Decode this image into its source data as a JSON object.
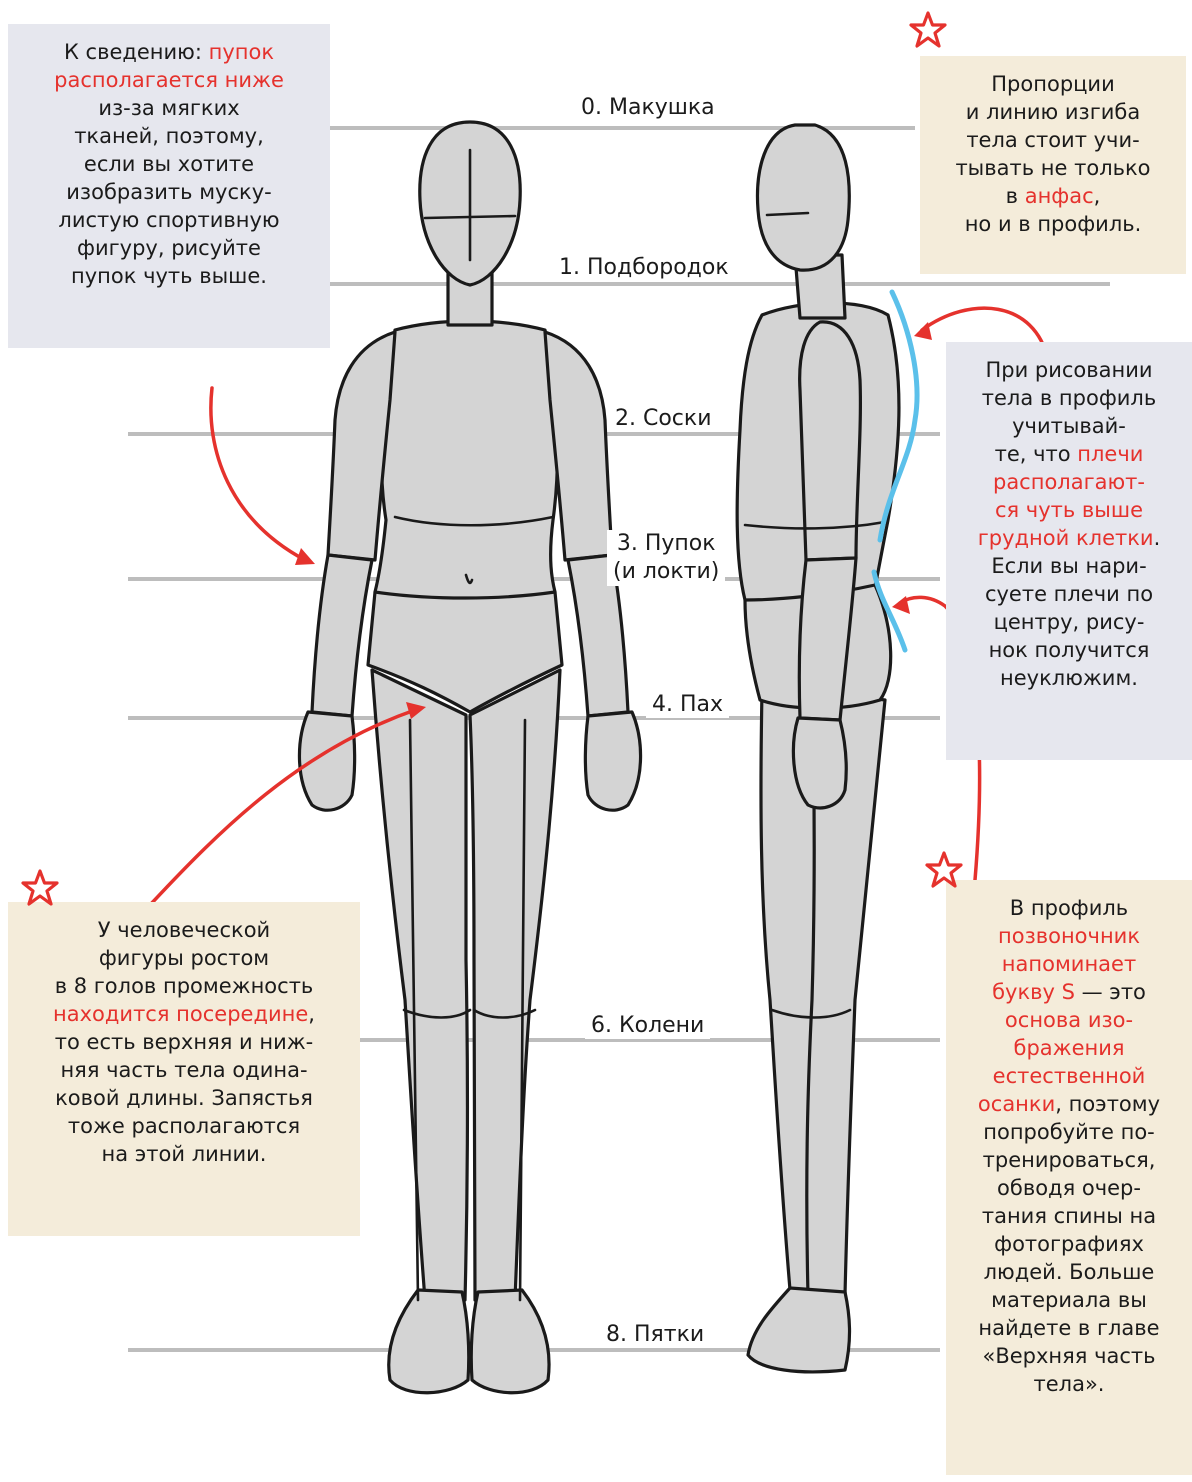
{
  "levels": [
    {
      "label": "0. Макушка"
    },
    {
      "label": "1. Подбородок"
    },
    {
      "label": "2. Соски"
    },
    {
      "label": "3. Пупок\n(и локти)"
    },
    {
      "label": "4. Пах"
    },
    {
      "label": "6. Колени"
    },
    {
      "label": "8. Пятки"
    }
  ],
  "notes": {
    "navel": {
      "lines": [
        [
          {
            "t": "К сведению: "
          },
          {
            "t": "пупок",
            "red": true
          }
        ],
        [
          {
            "t": "располагается ниже",
            "red": true
          }
        ],
        [
          {
            "t": "из-за мягких"
          }
        ],
        [
          {
            "t": "тканей, поэтому,"
          }
        ],
        [
          {
            "t": "если вы хотите"
          }
        ],
        [
          {
            "t": "изобразить муску-"
          }
        ],
        [
          {
            "t": "листую спортивную"
          }
        ],
        [
          {
            "t": "фигуру, рисуйте"
          }
        ],
        [
          {
            "t": "пупок чуть выше."
          }
        ]
      ]
    },
    "proportions": {
      "lines": [
        [
          {
            "t": "Пропорции"
          }
        ],
        [
          {
            "t": "и линию изгиба"
          }
        ],
        [
          {
            "t": "тела стоит учи-"
          }
        ],
        [
          {
            "t": "тывать не только"
          }
        ],
        [
          {
            "t": "в "
          },
          {
            "t": "анфас",
            "red": true
          },
          {
            "t": ","
          }
        ],
        [
          {
            "t": "но и в профиль."
          }
        ]
      ]
    },
    "shoulders": {
      "lines": [
        [
          {
            "t": "При рисовании"
          }
        ],
        [
          {
            "t": "тела в профиль"
          }
        ],
        [
          {
            "t": "учитывай-"
          }
        ],
        [
          {
            "t": "те, что "
          },
          {
            "t": "плечи",
            "red": true
          }
        ],
        [
          {
            "t": "располагают-",
            "red": true
          }
        ],
        [
          {
            "t": "ся чуть выше",
            "red": true
          }
        ],
        [
          {
            "t": "грудной клетки",
            "red": true
          },
          {
            "t": "."
          }
        ],
        [
          {
            "t": "Если вы нари-"
          }
        ],
        [
          {
            "t": "суете плечи по"
          }
        ],
        [
          {
            "t": "центру, рису-"
          }
        ],
        [
          {
            "t": "нок получится"
          }
        ],
        [
          {
            "t": "неуклюжим."
          }
        ]
      ]
    },
    "crotch": {
      "lines": [
        [
          {
            "t": "У человеческой"
          }
        ],
        [
          {
            "t": "фигуры ростом"
          }
        ],
        [
          {
            "t": "в 8 голов промежность"
          }
        ],
        [
          {
            "t": "находится посередине",
            "red": true
          },
          {
            "t": ","
          }
        ],
        [
          {
            "t": "то есть верхняя и ниж-"
          }
        ],
        [
          {
            "t": "няя часть тела одина-"
          }
        ],
        [
          {
            "t": "ковой длины. Запястья"
          }
        ],
        [
          {
            "t": "тоже располагаются"
          }
        ],
        [
          {
            "t": "на этой линии."
          }
        ]
      ]
    },
    "spine": {
      "lines": [
        [
          {
            "t": "В профиль"
          }
        ],
        [
          {
            "t": "позвоночник",
            "red": true
          }
        ],
        [
          {
            "t": "напоминает",
            "red": true
          }
        ],
        [
          {
            "t": "букву S",
            "red": true
          },
          {
            "t": " — это"
          }
        ],
        [
          {
            "t": "основа изо-",
            "red": true
          }
        ],
        [
          {
            "t": "бражения",
            "red": true
          }
        ],
        [
          {
            "t": "естественной",
            "red": true
          }
        ],
        [
          {
            "t": "осанки",
            "red": true
          },
          {
            "t": ", поэтому"
          }
        ],
        [
          {
            "t": "попробуйте по-"
          }
        ],
        [
          {
            "t": "тренироваться,"
          }
        ],
        [
          {
            "t": "обводя очер-"
          }
        ],
        [
          {
            "t": "тания спины на"
          }
        ],
        [
          {
            "t": "фотографиях"
          }
        ],
        [
          {
            "t": "людей. Больше"
          }
        ],
        [
          {
            "t": "материала вы"
          }
        ],
        [
          {
            "t": "найдете в главе"
          }
        ],
        [
          {
            "t": "«Верхняя часть"
          }
        ],
        [
          {
            "t": "тела»."
          }
        ]
      ]
    }
  },
  "colors": {
    "accent_red": "#e5322d",
    "spine_blue": "#5bc0ea",
    "figure_fill": "#d4d4d4",
    "outline": "#1a1a1a",
    "guide_line": "#bdbdbd",
    "note_gray": "#e6e7ee",
    "note_cream": "#f4ecda"
  },
  "icons": [
    "star-icon"
  ]
}
